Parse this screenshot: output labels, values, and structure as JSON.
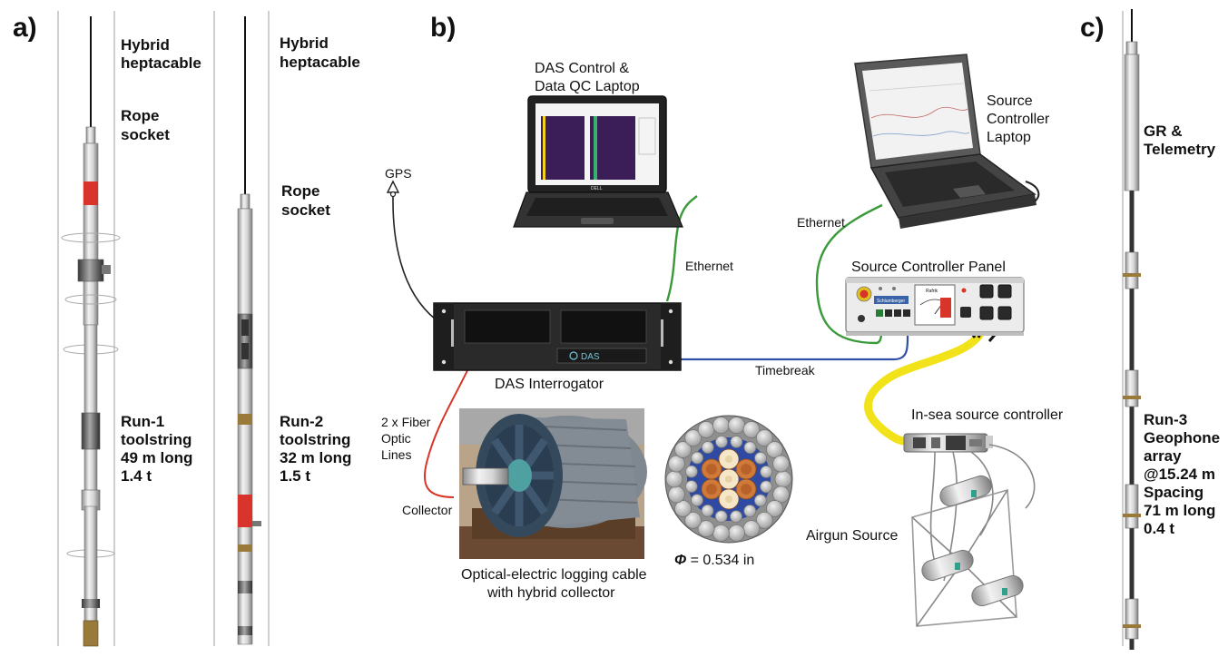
{
  "panels": {
    "a": "a)",
    "b": "b)",
    "c": "c)"
  },
  "run1": {
    "cable": [
      "Hybrid",
      "heptacable"
    ],
    "socket": [
      "Rope",
      "socket"
    ],
    "desc": [
      "Run-1",
      "toolstring",
      "49 m long",
      "1.4 t"
    ]
  },
  "run2": {
    "cable": [
      "Hybrid",
      "heptacable"
    ],
    "socket": [
      "Rope",
      "socket"
    ],
    "desc": [
      "Run-2",
      "toolstring",
      "32 m long",
      "1.5 t"
    ]
  },
  "run3": {
    "gr": [
      "GR &",
      "Telemetry"
    ],
    "desc": [
      "Run-3",
      "Geophone",
      "array",
      "@15.24 m",
      "Spacing",
      "71 m long",
      "0.4 t"
    ]
  },
  "setup": {
    "das_laptop": [
      "DAS Control &",
      "Data QC Laptop"
    ],
    "laptop_brand": "DELL",
    "source_laptop": [
      "Source",
      "Controller",
      "Laptop"
    ],
    "gps": "GPS",
    "ethernet_left": "Ethernet",
    "ethernet_right": "Ethernet",
    "panel_title": "Source Controller Panel",
    "panel_brand": "Schlumberger",
    "panel_meter": "Rafrik",
    "interrogator": "DAS Interrogator",
    "interrogator_badge": "DAS",
    "timebreak": "Timebreak",
    "fiber": [
      "2 x Fiber",
      "Optic",
      "Lines"
    ],
    "collector": "Collector",
    "cable_caption": [
      "Optical-electric logging cable",
      "with hybrid collector"
    ],
    "in_sea": "In-sea source controller",
    "airgun": "Airgun Source",
    "diameter_symbol": "Φ",
    "diameter_value": " = 0.534 in"
  },
  "colors": {
    "ethernet": "#3a9a3a",
    "timebreak": "#2f4fa6",
    "fiber": "#d8352a",
    "umbilical": "#f2e21a",
    "tool_red": "#d9342b",
    "tool_brass": "#9a7a3a"
  }
}
